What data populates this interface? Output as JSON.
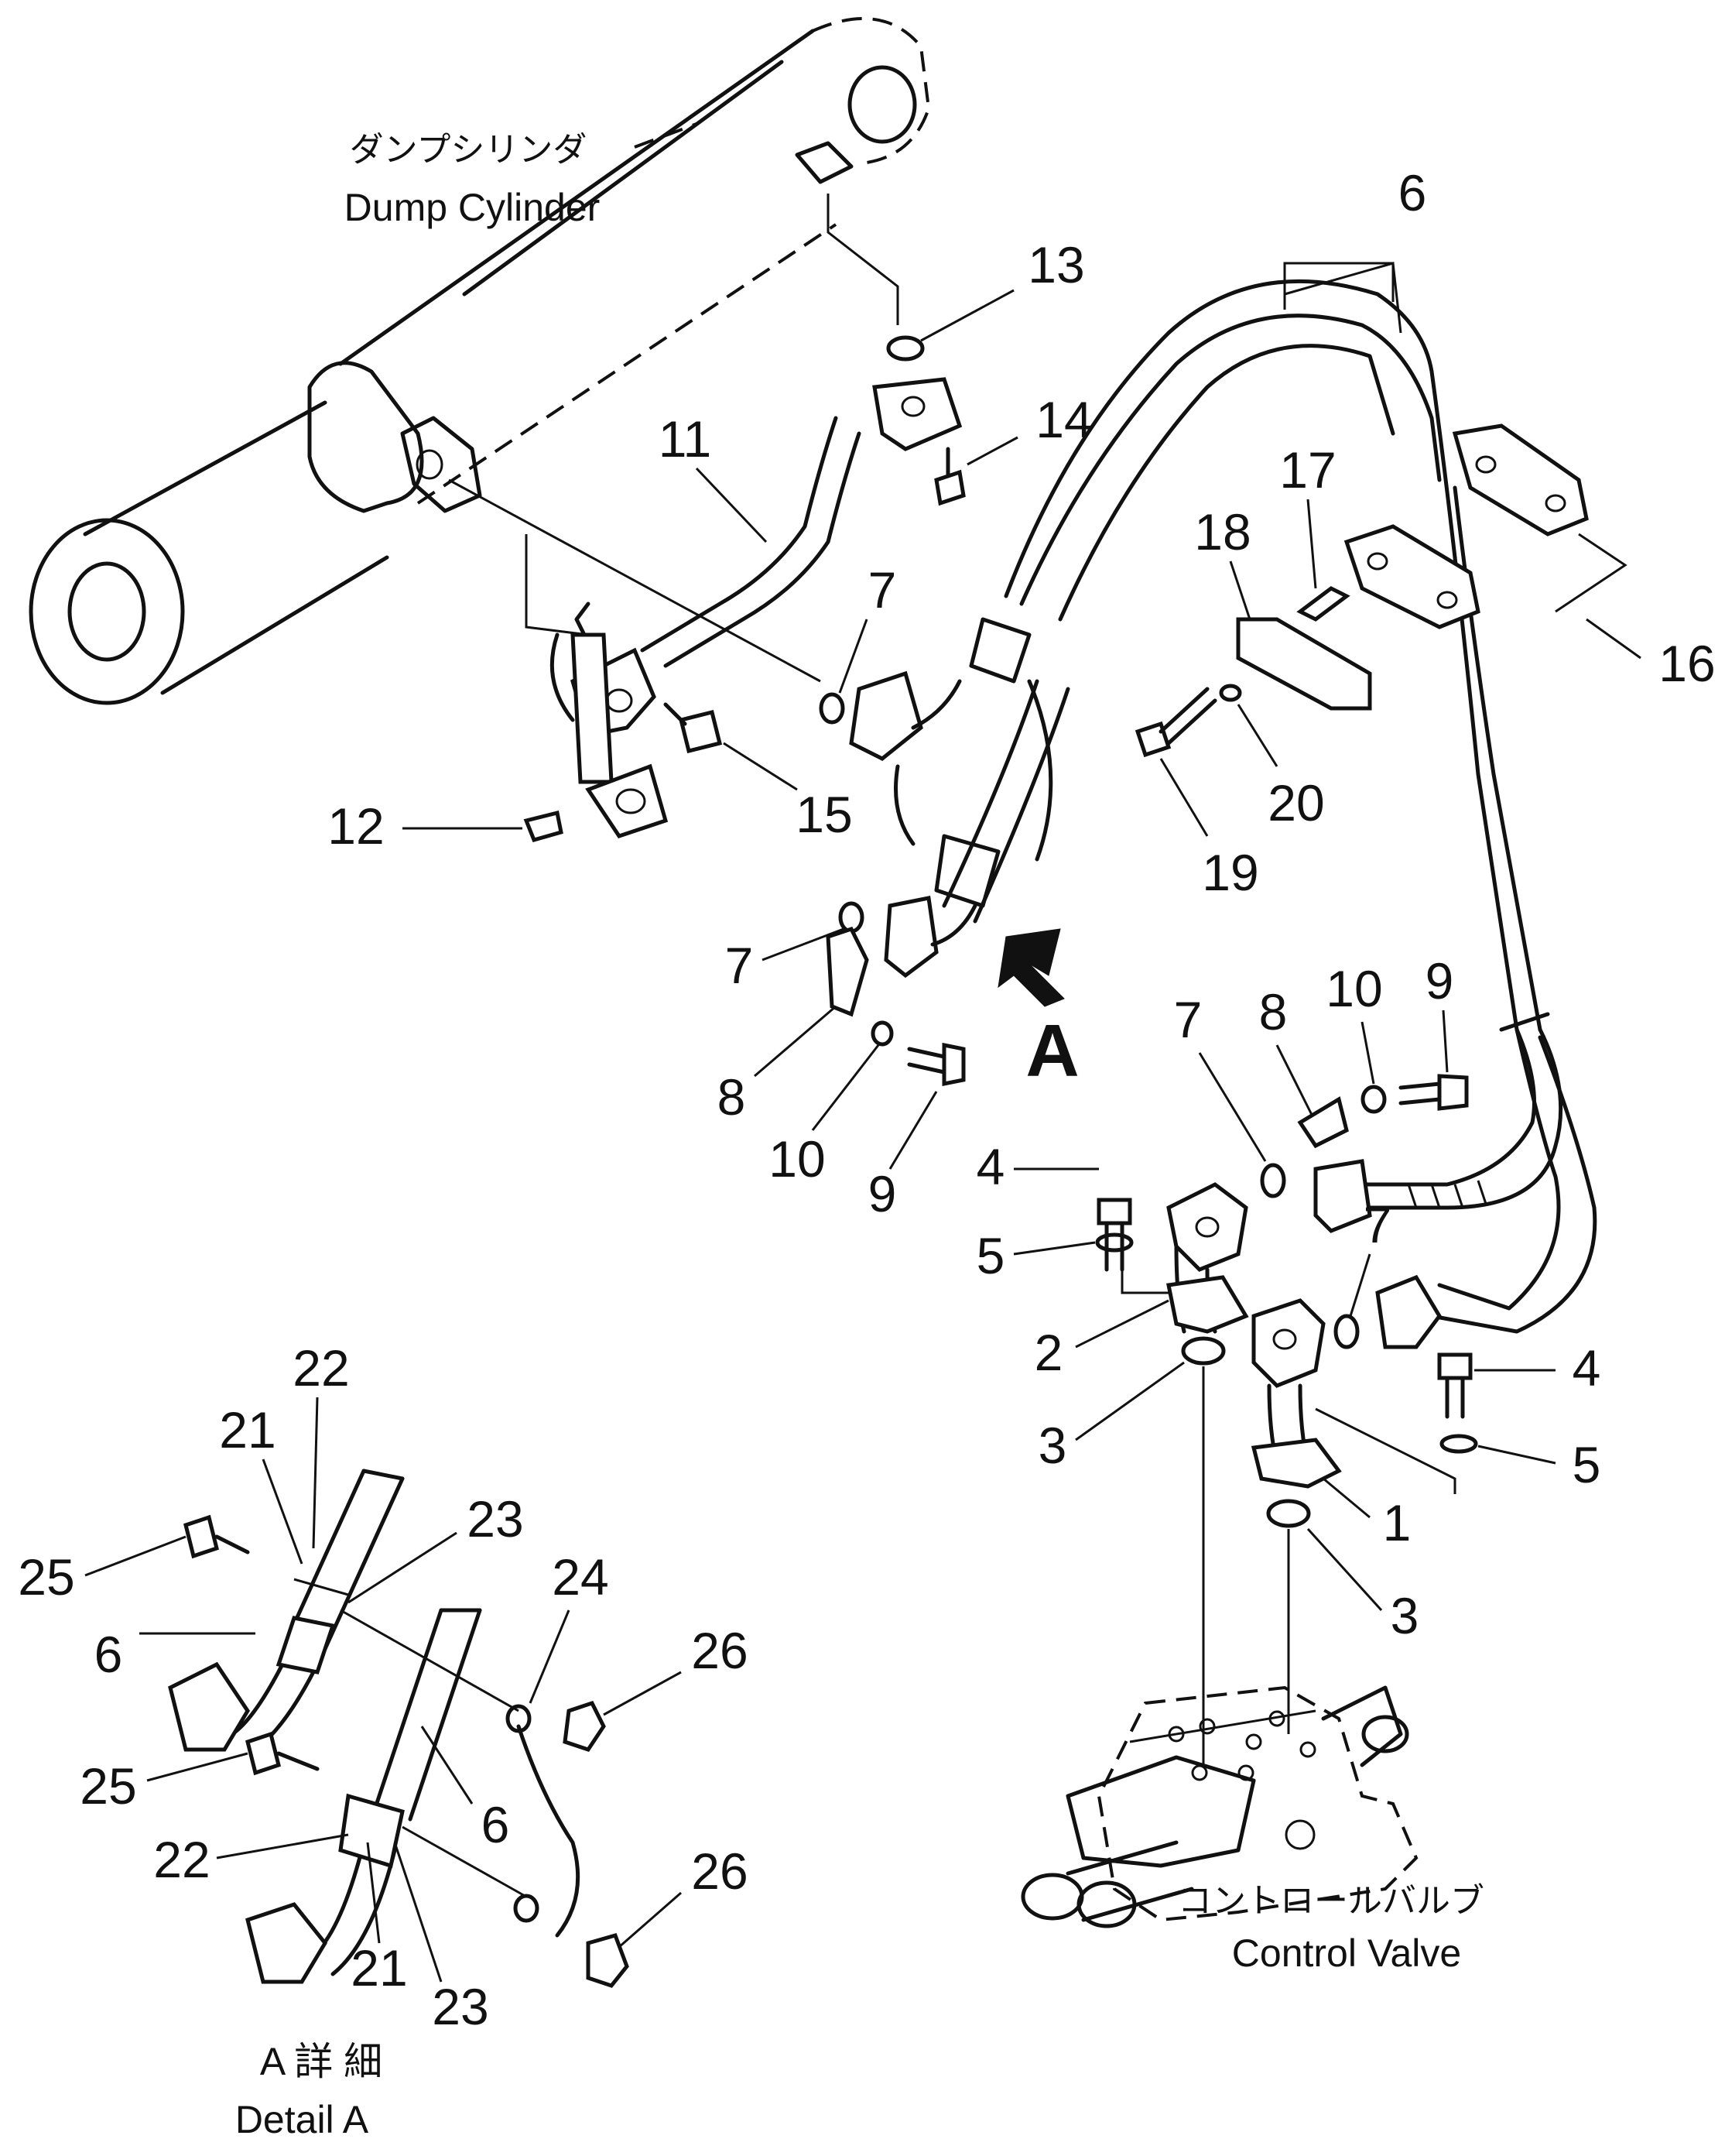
{
  "labels": {
    "dump_cylinder_jp": "ダンプシリンダ",
    "dump_cylinder_en": "Dump Cylinder",
    "control_valve_jp": "コントロールバルブ",
    "control_valve_en": "Control Valve",
    "detail_title_jp": "A 詳 細",
    "detail_title_en": "Detail A",
    "view_arrow": "A"
  },
  "callouts": {
    "c1": "1",
    "c2": "2",
    "c3a": "3",
    "c3b": "3",
    "c4a": "4",
    "c4b": "4",
    "c5a": "5",
    "c5b": "5",
    "c6": "6",
    "c7a": "7",
    "c7b": "7",
    "c7c": "7",
    "c7d": "7",
    "c8a": "8",
    "c8b": "8",
    "c9a": "9",
    "c9b": "9",
    "c10a": "10",
    "c10b": "10",
    "c11": "11",
    "c12": "12",
    "c13": "13",
    "c14": "14",
    "c15": "15",
    "c16": "16",
    "c17": "17",
    "c18": "18",
    "c19": "19",
    "c20": "20",
    "d21a": "21",
    "d21b": "21",
    "d22a": "22",
    "d22b": "22",
    "d23a": "23",
    "d23b": "23",
    "d24": "24",
    "d25a": "25",
    "d25b": "25",
    "d26a": "26",
    "d26b": "26",
    "d6a": "6",
    "d6b": "6"
  }
}
